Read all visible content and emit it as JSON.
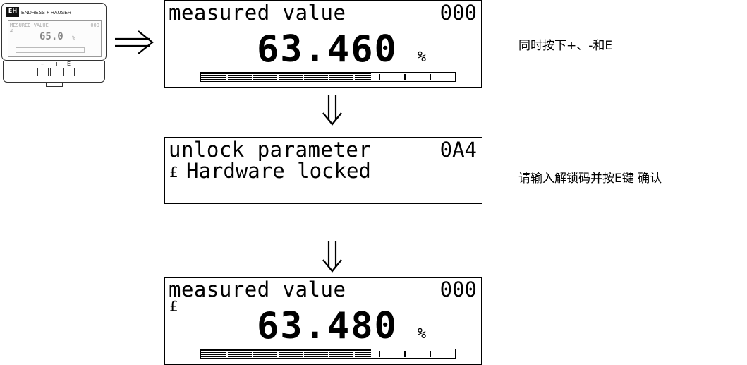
{
  "device": {
    "logo": "EH",
    "brand": "ENDRESS + HAUSER",
    "display_title": "MESURED VALUE",
    "display_code": "000",
    "display_mark": "#",
    "display_value": "65.0",
    "display_unit": "%",
    "keys": [
      "–",
      "+",
      "E"
    ]
  },
  "screens": [
    {
      "title": "measured value",
      "code": "000",
      "value": "63.460",
      "unit": "%",
      "bar_fill_fraction": 0.67
    },
    {
      "title": "unlock parameter",
      "code": "0A4",
      "lock_symbol": "£",
      "line2": "Hardware locked"
    },
    {
      "title": "measured value",
      "code": "000",
      "lock_symbol": "£",
      "value": "63.480",
      "unit": "%",
      "bar_fill_fraction": 0.67
    }
  ],
  "notes": {
    "step1": "同时按下+、-和E",
    "step2": "请输入解锁码并按E键  确认"
  }
}
